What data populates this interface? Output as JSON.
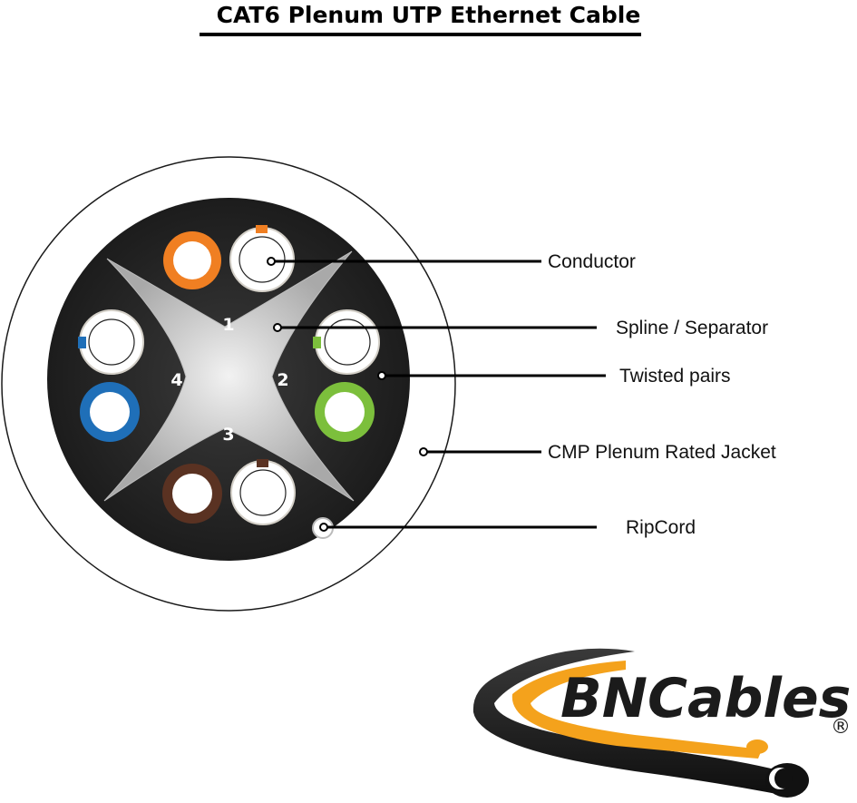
{
  "title": "CAT6 Plenum UTP Ethernet Cable",
  "pairs": [
    {
      "number": "1",
      "solid_color": "#f07f22",
      "stripe_color": "#f07f22"
    },
    {
      "number": "2",
      "solid_color": "#7cbf3c",
      "stripe_color": "#7cbf3c"
    },
    {
      "number": "3",
      "solid_color": "#5a3222",
      "stripe_color": "#5a3222"
    },
    {
      "number": "4",
      "solid_color": "#1f6fb8",
      "stripe_color": "#1f6fb8"
    }
  ],
  "callouts": {
    "conductor": "Conductor",
    "spline": "Spline / Separator",
    "twisted_pairs": "Twisted pairs",
    "jacket": "CMP Plenum Rated Jacket",
    "ripcord": "RipCord"
  },
  "logo": {
    "text": "BNCables",
    "registered_mark": "®",
    "swoosh_color": "#f4a21c"
  },
  "colors": {
    "cable_core": "#2a2a2a",
    "jacket": "#ffffff",
    "spline": "#cfcfcf"
  }
}
